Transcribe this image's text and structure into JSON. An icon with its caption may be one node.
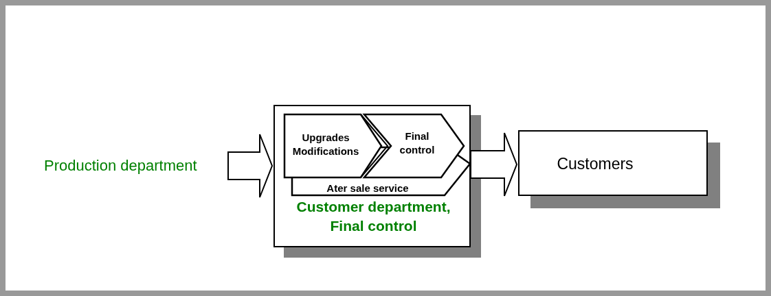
{
  "diagram": {
    "nodes": [
      {
        "text": [
          "Production department"
        ]
      },
      {
        "text": [
          "Customer department, Final control"
        ]
      },
      {
        "text": [
          "Upgrades Modifications"
        ],
        "in": 1
      },
      {
        "text": [
          "Final control"
        ],
        "in": 1
      },
      {
        "text": [
          "Ater sale service"
        ],
        "in": 1
      },
      {
        "text": [
          "Customers"
        ]
      }
    ],
    "edges": [
      {
        "from": 0,
        "to": 1,
        "arrow": "to"
      },
      {
        "from": 1,
        "to": 5,
        "arrow": "to"
      }
    ]
  }
}
